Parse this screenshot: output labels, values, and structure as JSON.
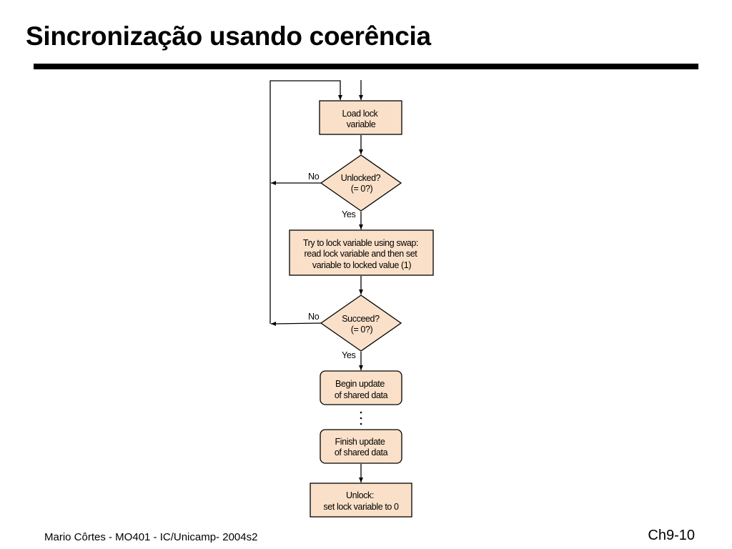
{
  "slide": {
    "title": "Sincronização usando coerência",
    "footer_left": "Mario Côrtes - MO401 - IC/Unicamp- 2004s2",
    "footer_right": "Ch9-10"
  },
  "flowchart": {
    "fill_color": "#fae0c8",
    "stroke_color": "#000000",
    "nodes": [
      {
        "id": "load",
        "shape": "rect",
        "lines": [
          "Load lock",
          "variable"
        ]
      },
      {
        "id": "unlocked",
        "shape": "diamond",
        "lines": [
          "Unlocked?",
          "(= 0?)"
        ]
      },
      {
        "id": "swap",
        "shape": "rect",
        "lines": [
          "Try to lock variable using swap:",
          "read lock variable and then set",
          "variable to locked value (1)"
        ]
      },
      {
        "id": "succeed",
        "shape": "diamond",
        "lines": [
          "Succeed?",
          "(= 0?)"
        ]
      },
      {
        "id": "begin",
        "shape": "rounded",
        "lines": [
          "Begin update",
          "of shared data"
        ]
      },
      {
        "id": "finish",
        "shape": "rounded",
        "lines": [
          "Finish update",
          "of shared data"
        ]
      },
      {
        "id": "unlock",
        "shape": "rect",
        "lines": [
          "Unlock:",
          "set lock variable to 0"
        ]
      }
    ],
    "edge_labels": {
      "unlocked_no": "No",
      "unlocked_yes": "Yes",
      "succeed_no": "No",
      "succeed_yes": "Yes"
    }
  }
}
